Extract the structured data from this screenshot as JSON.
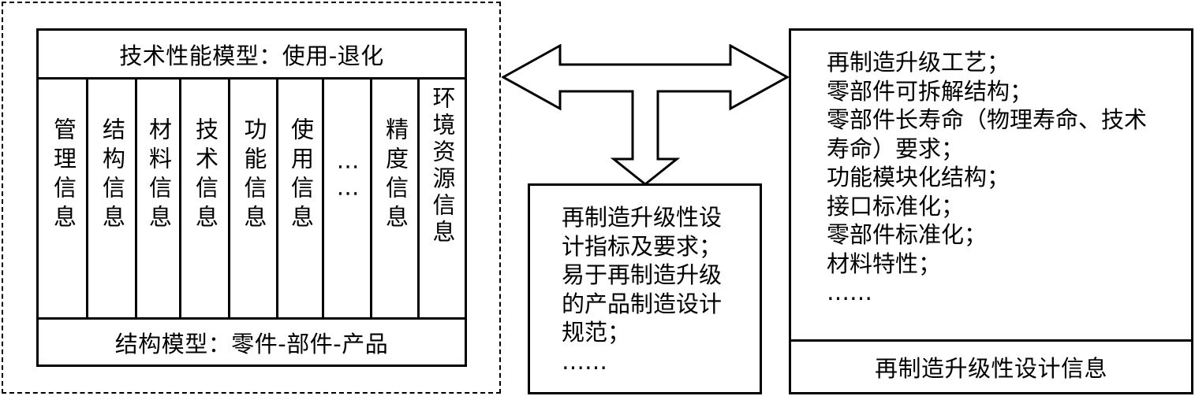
{
  "left_panel": {
    "top_title": "技术性能模型：使用-退化",
    "bottom_title": "结构模型：零件-部件-产品",
    "columns": [
      "管理信息",
      "结构信息",
      "材料信息",
      "技术信息",
      "功能信息",
      "使用信息",
      "⋯⋯",
      "精度信息",
      "环境资源信息"
    ]
  },
  "middle_box": {
    "lines": [
      "再制造升级性设",
      "计指标及要求；",
      "易于再制造升级",
      "的产品制造设计",
      "规范；",
      "……"
    ]
  },
  "right_box": {
    "lines": [
      "再制造升级工艺；",
      "零部件可拆解结构；",
      "零部件长寿命（物理寿命、技术",
      "寿命）要求；",
      "功能模块化结构；",
      "接口标准化；",
      "零部件标准化；",
      "材料特性；",
      "……"
    ],
    "footer": "再制造升级性设计信息"
  }
}
